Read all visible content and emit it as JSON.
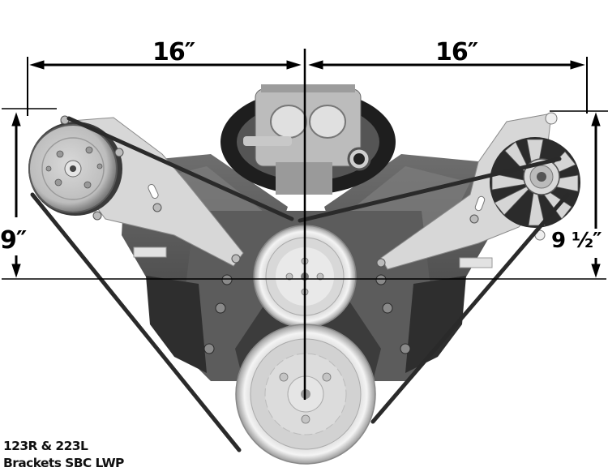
{
  "figure": {
    "subject": "Small block Chevy engine front view with A/C compressor (left) and alternator (right) brackets and V-belt",
    "background": "#ffffff",
    "line_color": "#000000"
  },
  "dimensions": {
    "top_left_width": "16″",
    "top_right_width": "16″",
    "left_height": "9″",
    "right_height": "9 ½″"
  },
  "caption": {
    "line1": "123R & 223L",
    "line2": "Brackets SBC LWP"
  }
}
